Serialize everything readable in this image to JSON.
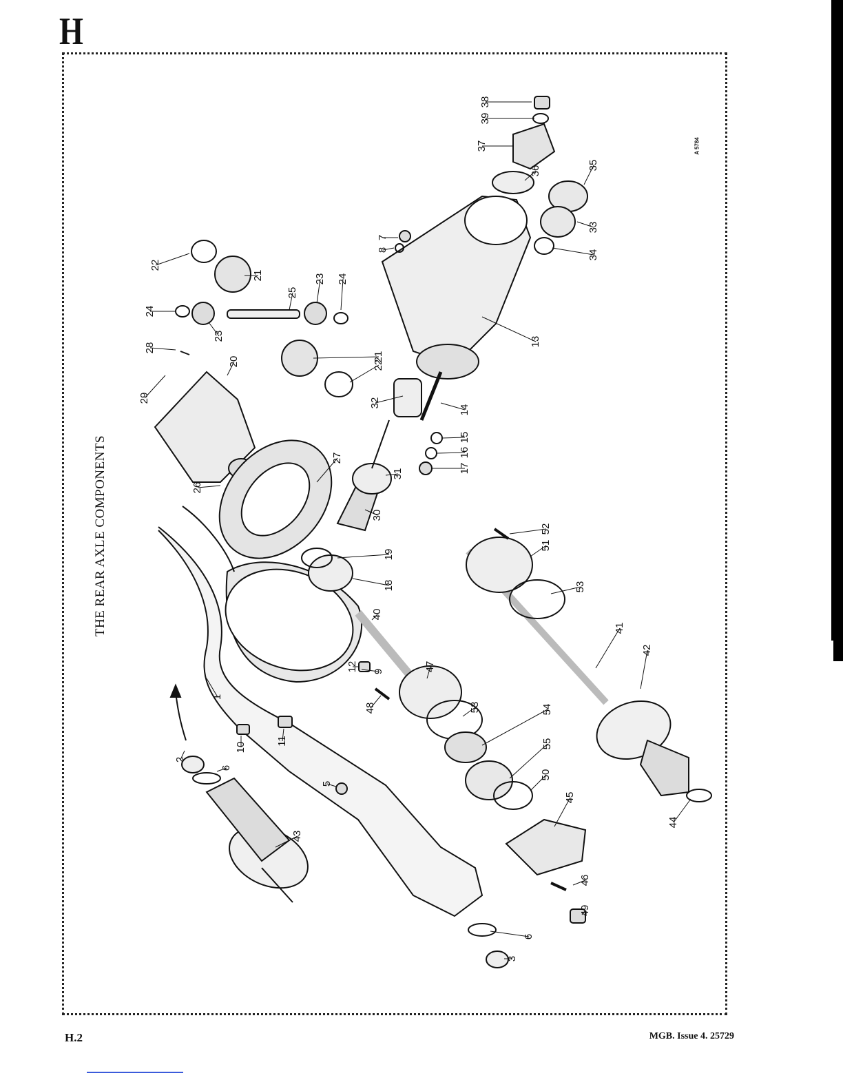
{
  "page": {
    "section_letter": "H",
    "title": "THE REAR AXLE COMPONENTS",
    "drawing_code": "A 5784",
    "footer_left": "H.2",
    "footer_right": "MGB.   Issue 4.   25729"
  },
  "part_labels": [
    "1",
    "2",
    "3",
    "5",
    "6",
    "6",
    "7",
    "8",
    "9",
    "10",
    "11",
    "12",
    "13",
    "14",
    "15",
    "16",
    "17",
    "18",
    "19",
    "20",
    "21",
    "21",
    "22",
    "22",
    "23",
    "23",
    "24",
    "24",
    "25",
    "26",
    "27",
    "28",
    "29",
    "30",
    "31",
    "32",
    "33",
    "34",
    "35",
    "36",
    "37",
    "38",
    "39",
    "40",
    "41",
    "42",
    "43",
    "44",
    "45",
    "46",
    "47",
    "48",
    "49",
    "50",
    "51",
    "52",
    "53",
    "53",
    "54",
    "55"
  ]
}
